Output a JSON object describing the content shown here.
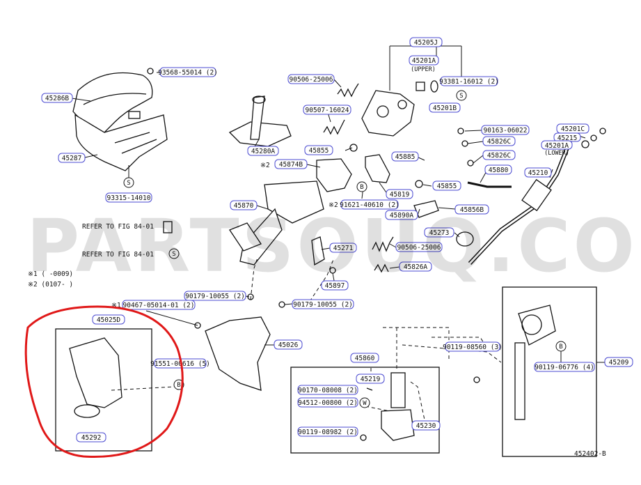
{
  "watermark": "PARTSOUQ.COM",
  "diagram_code": "452402-B",
  "notes": {
    "n1": "※1 (    -0009)",
    "n2": "※2 (0107-      )"
  },
  "refs": {
    "ref_a": "REFER TO FIG 84-01",
    "ref_b": "REFER TO FIG 84-01"
  },
  "parts": {
    "p45205J": "45205J",
    "p45201A_upper": "45201A",
    "upper_note": "(UPPER)",
    "p93381": "93381-16012 (2)",
    "p45201B": "45201B",
    "p93568": "93568-55014 (2)",
    "p45286B": "45286B",
    "p45287": "45287",
    "p93315": "93315-14010",
    "p90506a": "90506-25006",
    "p90507": "90507-16024",
    "p45280A": "45280A",
    "p45855a": "45855",
    "p45874B": "45874B",
    "p45885": "45885",
    "p45819": "45819",
    "p45855b": "45855",
    "p91621": "91621-40610 (2)",
    "p45890A": "45890A",
    "p45856B": "45856B",
    "p45870": "45870",
    "p90163": "90163-06022",
    "p45826Ca": "45826C",
    "p45826Cb": "45826C",
    "p45880": "45880",
    "p45201C": "45201C",
    "p45215": "45215",
    "p45201A_lower": "45201A",
    "lower_note": "(LOWER)",
    "p45210": "45210",
    "p45273": "45273",
    "p45271": "45271",
    "p90506b": "90506-25006",
    "p45826A": "45826A",
    "p45897": "45897",
    "p90179a": "90179-10055 (2)",
    "p90179b": "90179-10055 (2)",
    "p90467": "90467-05014-01 (2)",
    "p45025D": "45025D",
    "p45026": "45026",
    "p91551": "91551-00616 (5)",
    "p45292": "45292",
    "p45860": "45860",
    "p45219": "45219",
    "p90170": "90170-08008 (2)",
    "p94512": "94512-00800 (2)",
    "p90119a": "90119-08982 (2)",
    "p45230": "45230",
    "p90119b": "90119-08560 (3)",
    "p90119c": "90119-06776 (4)",
    "p45209": "45209"
  },
  "markers": {
    "s": "S",
    "b": "B",
    "w": "W",
    "star2": "※2",
    "star1": "※1"
  },
  "colors": {
    "label_border": "#4a4ad0",
    "highlight": "#e01818",
    "line": "#111111",
    "watermark": "#c8c8c8"
  }
}
